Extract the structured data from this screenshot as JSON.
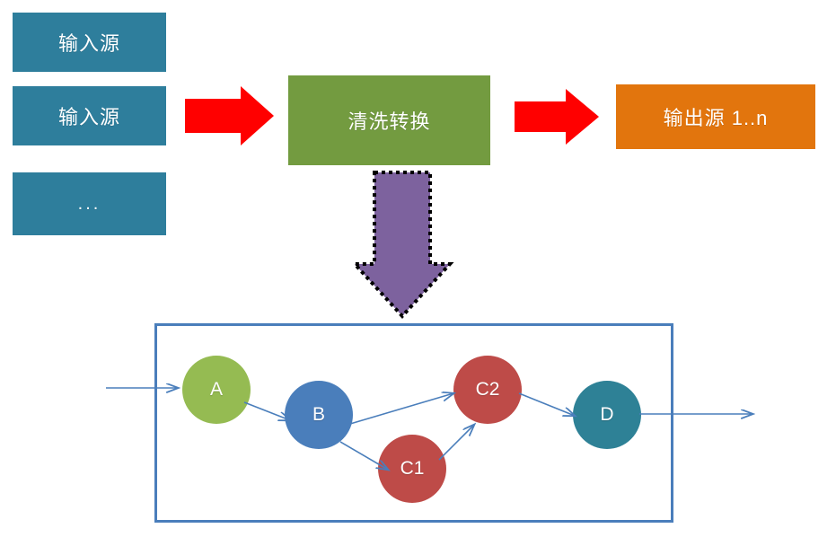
{
  "diagram": {
    "title_text": "",
    "pipeline": {
      "sources": [
        {
          "label": "输入源"
        },
        {
          "label": "输入源"
        },
        {
          "label": "..."
        }
      ],
      "processor": {
        "label": "清洗转换"
      },
      "output": {
        "label": "输出源 1..n"
      },
      "arrows": [
        {
          "name": "sources-to-processor",
          "kind": "block-arrow",
          "direction": "right",
          "color": "#FF0000"
        },
        {
          "name": "processor-to-output",
          "kind": "block-arrow",
          "direction": "right",
          "color": "#FF0000"
        },
        {
          "name": "processor-to-dag",
          "kind": "block-arrow",
          "direction": "down",
          "color": "#7D629E",
          "border": "dotted-black"
        }
      ]
    },
    "dag": {
      "frame_color": "#4A7EBB",
      "nodes": [
        {
          "id": "A",
          "label": "A",
          "color": "#95BB52"
        },
        {
          "id": "B",
          "label": "B",
          "color": "#4A7EBB"
        },
        {
          "id": "C1",
          "label": "C1",
          "color": "#BE4B48"
        },
        {
          "id": "C2",
          "label": "C2",
          "color": "#BE4B48"
        },
        {
          "id": "D",
          "label": "D",
          "color": "#2E8196"
        }
      ],
      "edges": [
        {
          "from": "input",
          "to": "A"
        },
        {
          "from": "A",
          "to": "B"
        },
        {
          "from": "B",
          "to": "C2"
        },
        {
          "from": "B",
          "to": "C1"
        },
        {
          "from": "C1",
          "to": "C2"
        },
        {
          "from": "C2",
          "to": "D"
        },
        {
          "from": "D",
          "to": "output"
        }
      ],
      "edge_color": "#4A7EBB"
    },
    "colors": {
      "source": "#2E7E9C",
      "processor": "#739B40",
      "output": "#E2750D",
      "red_arrow": "#FF0000",
      "purple_arrow": "#7D629E",
      "frame": "#4A7EBB",
      "background": "#FFFFFF"
    }
  }
}
